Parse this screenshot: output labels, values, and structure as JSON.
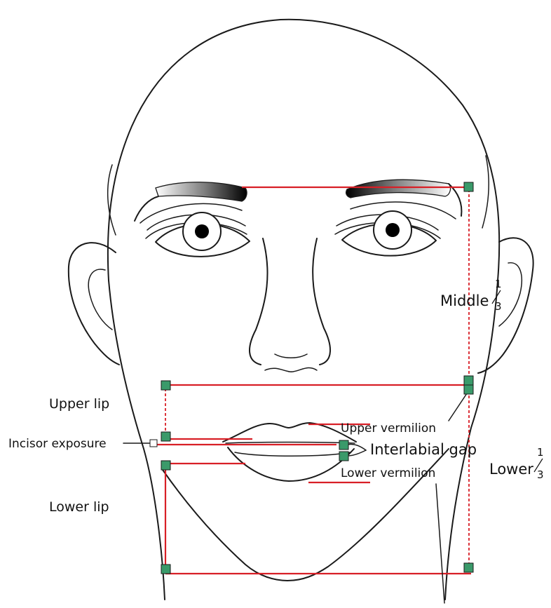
{
  "labels": {
    "middle_third": "Middle",
    "middle_third_num": "1",
    "middle_third_den": "3",
    "lower_third": "Lower",
    "lower_third_num": "1",
    "lower_third_den": "3",
    "upper_lip": "Upper lip",
    "lower_lip": "Lower lip",
    "incisor_exposure": "Incisor exposure",
    "upper_vermilion": "Upper vermilion",
    "interlabial_gap": "Interlabial gap",
    "lower_vermilion": "Lower vermilion"
  },
  "colors": {
    "guide_line": "#d81f26",
    "marker_fill": "#3a9a6a",
    "outline": "#1a1a1a"
  }
}
